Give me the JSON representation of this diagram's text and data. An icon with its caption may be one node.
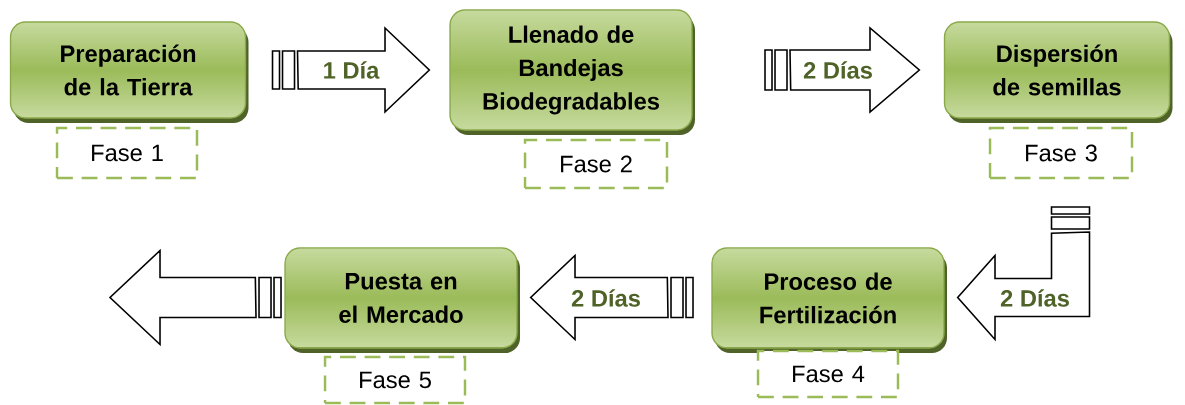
{
  "diagram": {
    "nodes": [
      {
        "text": [
          "Preparación de la Tierra"
        ]
      },
      {
        "text": [
          "Llenado de Bandejas Biodegradables"
        ]
      },
      {
        "text": [
          "Dispersión de semillas"
        ]
      },
      {
        "text": [
          "Fase 1"
        ]
      },
      {
        "text": [
          "Fase 2"
        ]
      },
      {
        "text": [
          "Fase 3"
        ]
      },
      {
        "text": [
          "Puesta en el Mercado"
        ]
      },
      {
        "text": [
          "Proceso de Fertilización"
        ]
      },
      {
        "text": [
          "Fase 5"
        ]
      },
      {
        "text": [
          "Fase 4"
        ]
      }
    ],
    "edges": [
      {
        "from": 0,
        "to": 1,
        "arrow": "to",
        "label": "1 Día"
      },
      {
        "from": 1,
        "to": 2,
        "arrow": "to",
        "label": "2 Días"
      },
      {
        "from": 5,
        "to": 7,
        "arrow": "to",
        "label": "2 Días"
      },
      {
        "from": 7,
        "to": 6,
        "arrow": "to",
        "label": "2 Días"
      },
      {
        "from": 6,
        "to": null,
        "arrow": "to"
      }
    ]
  }
}
